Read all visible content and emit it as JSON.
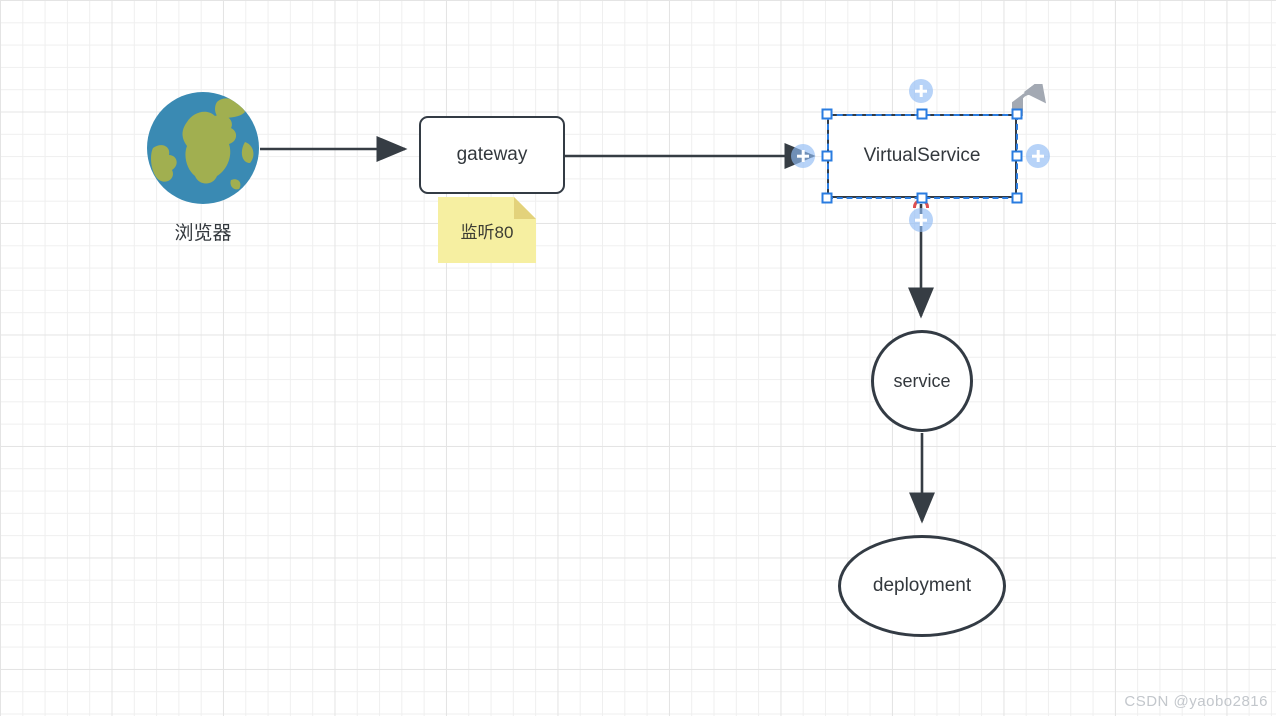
{
  "diagram": {
    "nodes": {
      "browser": {
        "label": "浏览器",
        "icon": "globe-icon"
      },
      "gateway": {
        "label": "gateway"
      },
      "note": {
        "label": "监听80"
      },
      "virtualservice": {
        "label": "VirtualService",
        "selected": true
      },
      "service": {
        "label": "service"
      },
      "deployment": {
        "label": "deployment"
      }
    },
    "edges": [
      {
        "from": "browser",
        "to": "gateway"
      },
      {
        "from": "gateway",
        "to": "virtualservice"
      },
      {
        "from": "virtualservice",
        "to": "service"
      },
      {
        "from": "service",
        "to": "deployment"
      }
    ],
    "selection_ui": {
      "handles": 8,
      "plus_buttons": [
        "top",
        "right",
        "bottom",
        "left"
      ],
      "rotate_icon": "rotate-icon",
      "busy_connection_marker": "red-arc"
    },
    "colors": {
      "node_border": "#333b44",
      "selection_blue": "#2a7ce0",
      "plus_button_fill": "#90bcf4",
      "note_fill": "#f6efa1",
      "note_fold": "#e3d27b",
      "globe_ocean": "#3a8ab3",
      "globe_land": "#a1af50",
      "red_marker": "#dd5050",
      "watermark_gray": "#c3c7cc"
    },
    "watermark": "CSDN @yaobo2816"
  }
}
